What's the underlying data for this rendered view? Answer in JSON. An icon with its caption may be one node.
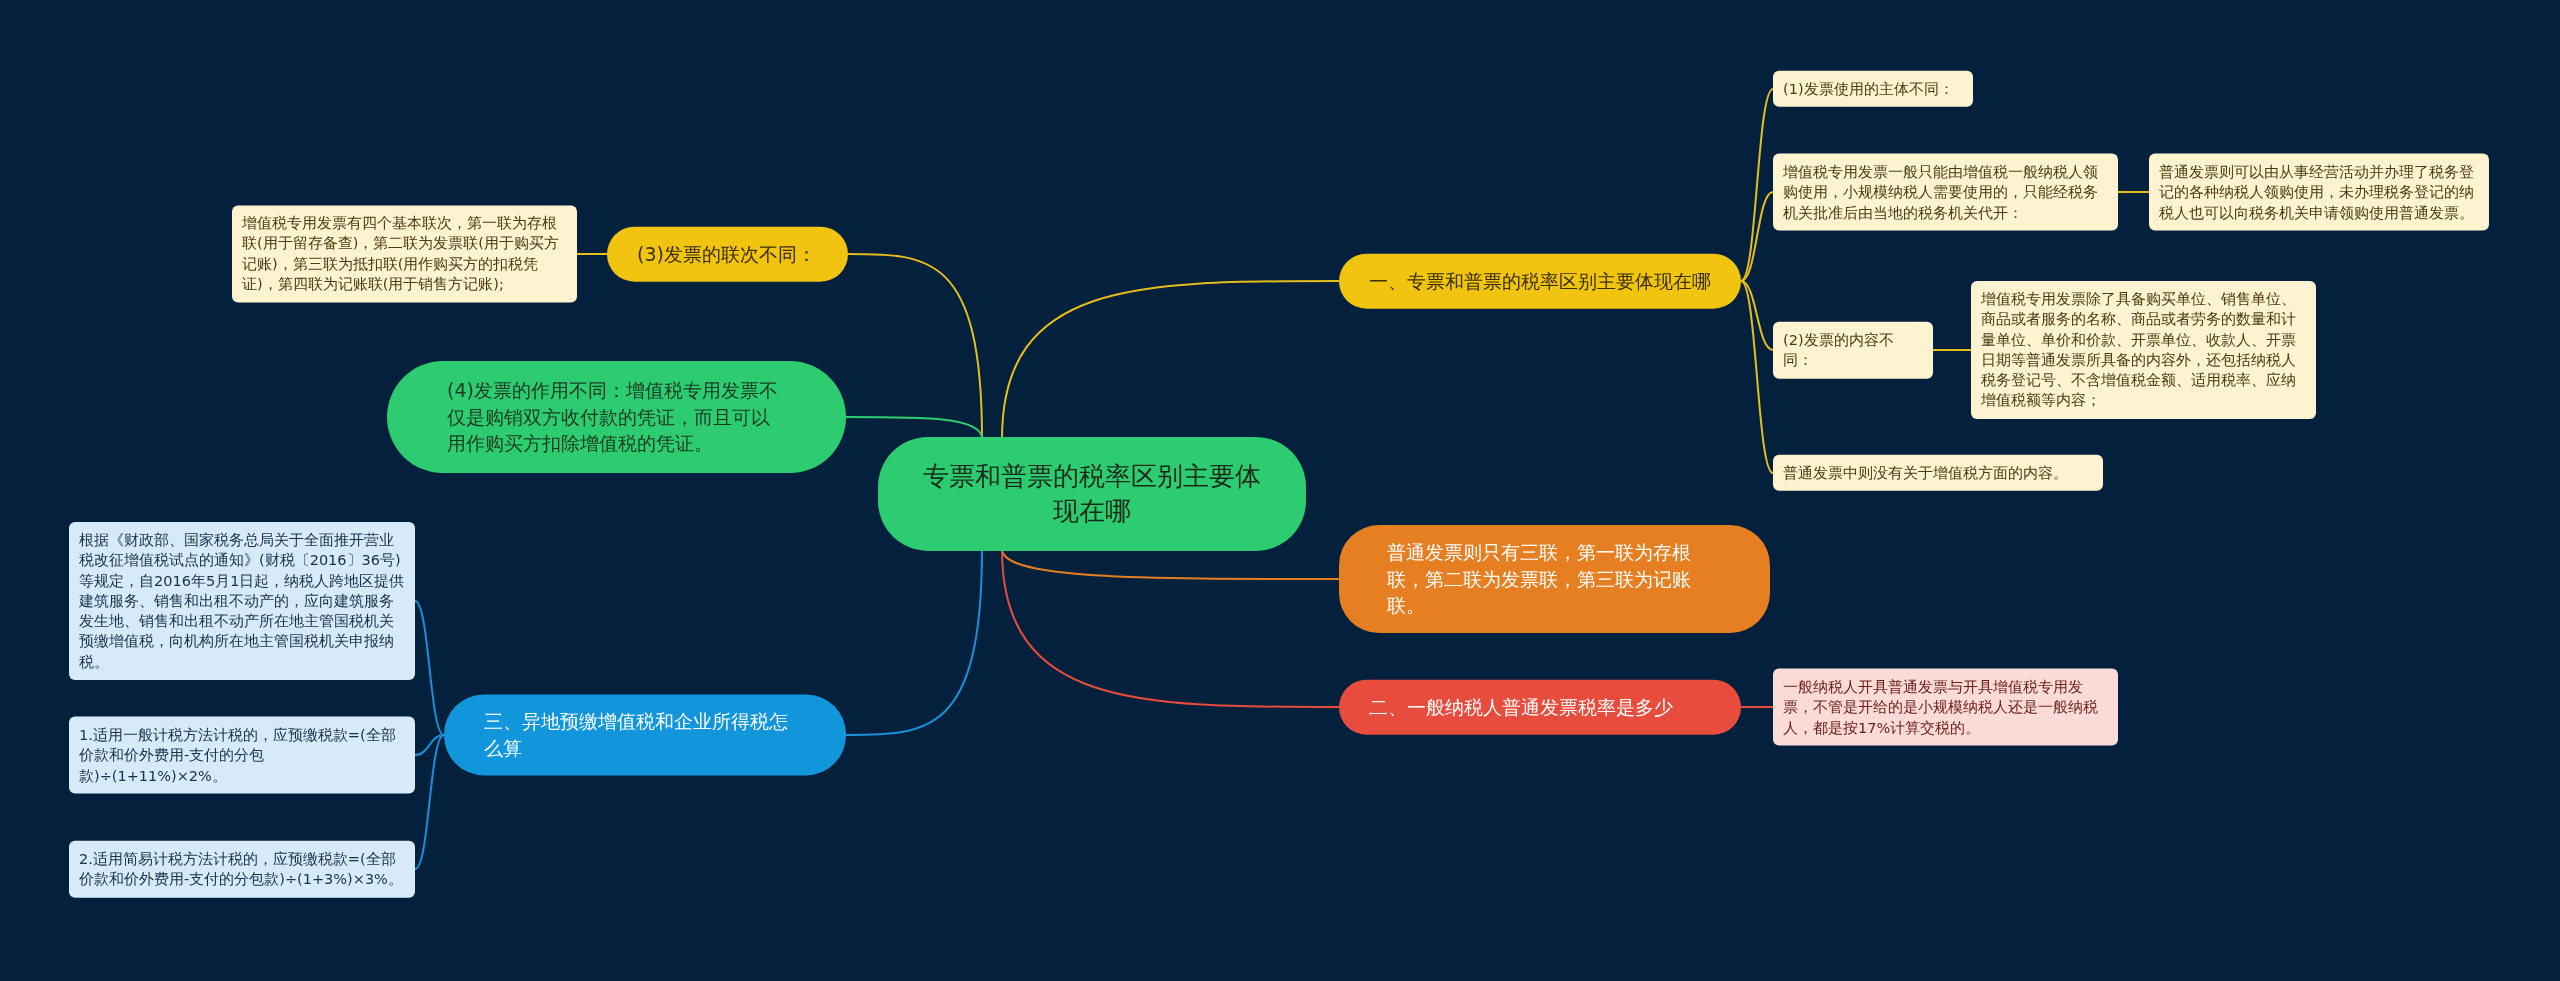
{
  "diagram": {
    "nodes": [
      {
        "text": [
          "专票和普票的税率区别主要体现在哪"
        ]
      },
      {
        "text": [
          "一、专票和普票的税率区别主要体现在哪"
        ]
      },
      {
        "text": [
          "(1)发票使用的主体不同："
        ]
      },
      {
        "text": [
          "增值税专用发票一般只能由增值税一般纳税人领购使用，小规模纳税人需要使用的，只能经税务机关批准后由当地的税务机关代开："
        ]
      },
      {
        "text": [
          "普通发票则可以由从事经营活动并办理了税务登记的各种纳税人领购使用，未办理税务登记的纳税人也可以向税务机关申请领购使用普通发票。"
        ]
      },
      {
        "text": [
          "(2)发票的内容不同："
        ]
      },
      {
        "text": [
          "增值税专用发票除了具备购买单位、销售单位、商品或者服务的名称、商品或者劳务的数量和计量单位、单价和价款、开票单位、收款人、开票日期等普通发票所具备的内容外，还包括纳税人税务登记号、不含增值税金额、适用税率、应纳增值税额等内容；"
        ]
      },
      {
        "text": [
          "普通发票中则没有关于增值税方面的内容。"
        ]
      },
      {
        "text": [
          "普通发票则只有三联，第一联为存根联，第二联为发票联，第三联为记账联。"
        ]
      },
      {
        "text": [
          "二、一般纳税人普通发票税率是多少"
        ]
      },
      {
        "text": [
          "一般纳税人开具普通发票与开具增值税专用发票，不管是开给的是小规模纳税人还是一般纳税人，都是按17%计算交税的。"
        ]
      },
      {
        "text": [
          "(3)发票的联次不同："
        ]
      },
      {
        "text": [
          "增值税专用发票有四个基本联次，第一联为存根联(用于留存备查)，第二联为发票联(用于购买方记账)，第三联为抵扣联(用作购买方的扣税凭证)，第四联为记账联(用于销售方记账);"
        ]
      },
      {
        "text": [
          "(4)发票的作用不同：增值税专用发票不仅是购销双方收付款的凭证，而且可以用作购买方扣除增值税的凭证。"
        ]
      },
      {
        "text": [
          "三、异地预缴增值税和企业所得税怎么算"
        ]
      },
      {
        "text": [
          "根据《财政部、国家税务总局关于全面推开营业税改征增值税试点的通知》(财税〔2016〕36号)等规定，自2016年5月1日起，纳税人跨地区提供建筑服务、销售和出租不动产的，应向建筑服务发生地、销售和出租不动产所在地主管国税机关预缴增值税，向机构所在地主管国税机关申报纳税。"
        ]
      },
      {
        "text": [
          "1.适用一般计税方法计税的，应预缴税款=(全部价款和价外费用-支付的分包款)÷(1+11%)×2%。"
        ]
      },
      {
        "text": [
          "2.适用简易计税方法计税的，应预缴税款=(全部价款和价外费用-支付的分包款)÷(1+3%)×3%。"
        ]
      }
    ],
    "edges": [
      {
        "from": 0,
        "to": 1,
        "arrow": "none"
      },
      {
        "from": 1,
        "to": 2,
        "arrow": "none"
      },
      {
        "from": 1,
        "to": 3,
        "arrow": "none"
      },
      {
        "from": 3,
        "to": 4,
        "arrow": "none"
      },
      {
        "from": 1,
        "to": 5,
        "arrow": "none"
      },
      {
        "from": 5,
        "to": 6,
        "arrow": "none"
      },
      {
        "from": 1,
        "to": 7,
        "arrow": "none"
      },
      {
        "from": 0,
        "to": 8,
        "arrow": "none",
        "color": "#e67e22"
      },
      {
        "from": 0,
        "to": 9,
        "arrow": "none",
        "color": "#e74c3c"
      },
      {
        "from": 9,
        "to": 10,
        "arrow": "none",
        "color": "#e74c3c"
      },
      {
        "from": 0,
        "to": 11,
        "arrow": "none"
      },
      {
        "from": 11,
        "to": 12,
        "arrow": "none"
      },
      {
        "from": 0,
        "to": 13,
        "arrow": "none",
        "color": "#2ecc71"
      },
      {
        "from": 0,
        "to": 14,
        "arrow": "none",
        "color": "#1b8fd8"
      },
      {
        "from": 14,
        "to": 15,
        "arrow": "none",
        "color": "#1b8fd8"
      },
      {
        "from": 14,
        "to": 16,
        "arrow": "none",
        "color": "#1b8fd8"
      },
      {
        "from": 14,
        "to": 17,
        "arrow": "none",
        "color": "#1b8fd8"
      }
    ]
  }
}
